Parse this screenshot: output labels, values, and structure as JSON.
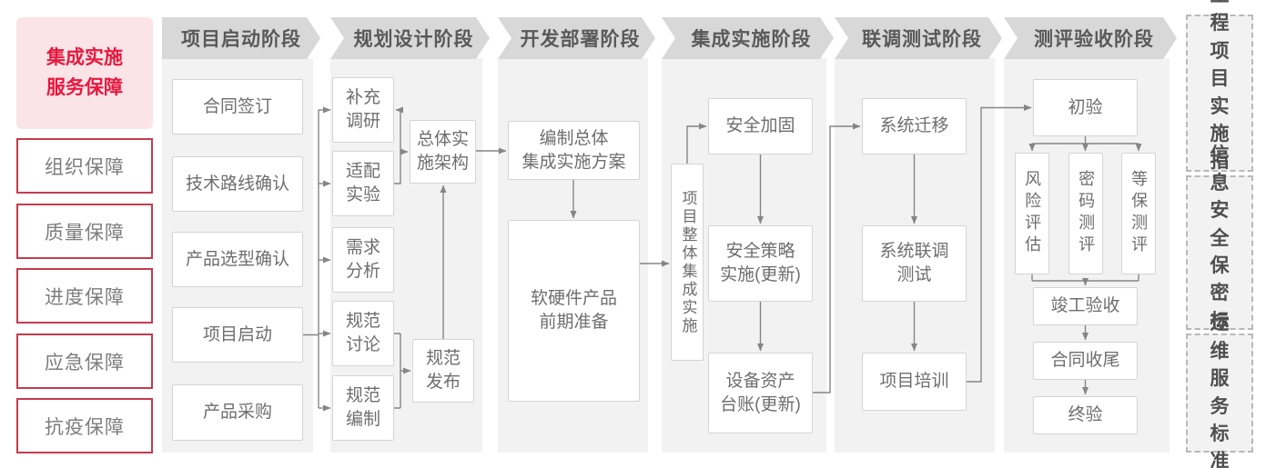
{
  "sidebar": {
    "header": {
      "label": "集成实施\n服务保障"
    },
    "items": [
      {
        "label": "组织保障"
      },
      {
        "label": "质量保障"
      },
      {
        "label": "进度保障"
      },
      {
        "label": "应急保障"
      },
      {
        "label": "抗疫保障"
      }
    ]
  },
  "phases": [
    {
      "title": "项目启动阶段",
      "boxes": [
        {
          "label": "合同签订"
        },
        {
          "label": "技术路线确认"
        },
        {
          "label": "产品选型确认"
        },
        {
          "label": "项目启动"
        },
        {
          "label": "产品采购"
        }
      ]
    },
    {
      "title": "规划设计阶段",
      "boxes": [
        {
          "label": "补充\n调研"
        },
        {
          "label": "适配\n实验"
        },
        {
          "label": "需求\n分析"
        },
        {
          "label": "规范\n讨论"
        },
        {
          "label": "规范\n编制"
        },
        {
          "label": "总体实\n施架构"
        },
        {
          "label": "规范\n发布"
        }
      ]
    },
    {
      "title": "开发部署阶段",
      "boxes": [
        {
          "label": "编制总体\n集成实施方案"
        },
        {
          "label": "软硬件产品\n前期准备"
        }
      ]
    },
    {
      "title": "集成实施阶段",
      "boxes": [
        {
          "label": "项目整体集成实施"
        },
        {
          "label": "安全加固"
        },
        {
          "label": "安全策略\n实施(更新)"
        },
        {
          "label": "设备资产\n台账(更新)"
        }
      ]
    },
    {
      "title": "联调测试阶段",
      "boxes": [
        {
          "label": "系统迁移"
        },
        {
          "label": "系统联调\n测试"
        },
        {
          "label": "项目培训"
        }
      ]
    },
    {
      "title": "测评验收阶段",
      "boxes": [
        {
          "label": "初验"
        },
        {
          "label": "风险评估"
        },
        {
          "label": "密码测评"
        },
        {
          "label": "等保测评"
        },
        {
          "label": "竣工验收"
        },
        {
          "label": "合同收尾"
        },
        {
          "label": "终验"
        }
      ]
    }
  ],
  "right_panel": {
    "boxes": [
      {
        "label": "工程\n项目\n实施\n指引"
      },
      {
        "label": "信息\n安全\n保密\n标准"
      },
      {
        "label": "运维\n服务\n标准"
      }
    ]
  },
  "colors": {
    "accent_red": "#e7183e",
    "border_red": "#c43b4e",
    "pink_bg": "#fbe4e8",
    "banner_bg": "#d8d8d8",
    "column_bg": "#f2f2f2",
    "connector": "#858585"
  }
}
